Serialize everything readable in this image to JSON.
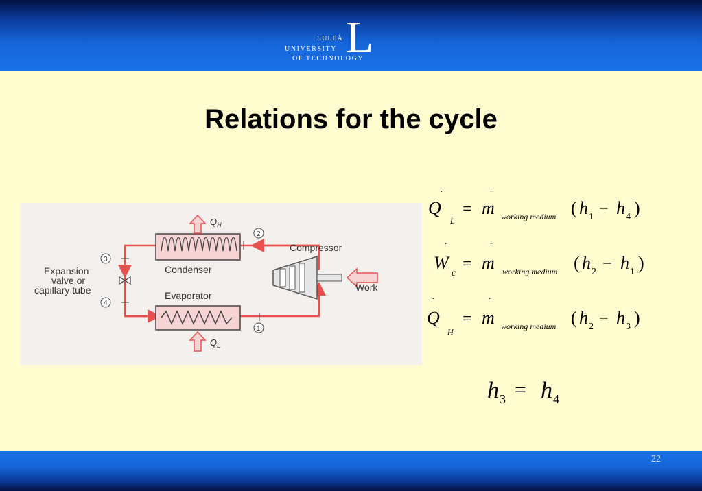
{
  "logo": {
    "line1": "LULEÅ",
    "line2": "UNIVERSITY",
    "line3": "OF TECHNOLOGY",
    "letter": "L"
  },
  "slide": {
    "title": "Relations for the cycle",
    "page_number": "22"
  },
  "diagram": {
    "qh": "Q",
    "qh_sub": "H",
    "ql": "Q",
    "ql_sub": "L",
    "condenser": "Condenser",
    "evaporator": "Evaporator",
    "compressor": "Compressor",
    "work": "Work",
    "expansion_line1": "Expansion",
    "expansion_line2": "valve or",
    "expansion_line3": "capillary tube",
    "state1": "1",
    "state2": "2",
    "state3": "3",
    "state4": "4"
  },
  "equations": {
    "eq1": {
      "lhs": "Q",
      "lhs_sub": "L",
      "m": "m",
      "m_sub": "working medium",
      "a": "h",
      "a_sub": "1",
      "b": "h",
      "b_sub": "4"
    },
    "eq2": {
      "lhs": "W",
      "lhs_sub": "c",
      "m": "m",
      "m_sub": "working medium",
      "a": "h",
      "a_sub": "2",
      "b": "h",
      "b_sub": "1"
    },
    "eq3": {
      "lhs": "Q",
      "lhs_sub": "H",
      "m": "m",
      "m_sub": "working medium",
      "a": "h",
      "a_sub": "2",
      "b": "h",
      "b_sub": "3"
    },
    "eq4": {
      "a": "h",
      "a_sub": "3",
      "b": "h",
      "b_sub": "4"
    }
  },
  "colors": {
    "header": "#1a73e8",
    "background": "#fffccf",
    "flow": "#e8504f"
  }
}
